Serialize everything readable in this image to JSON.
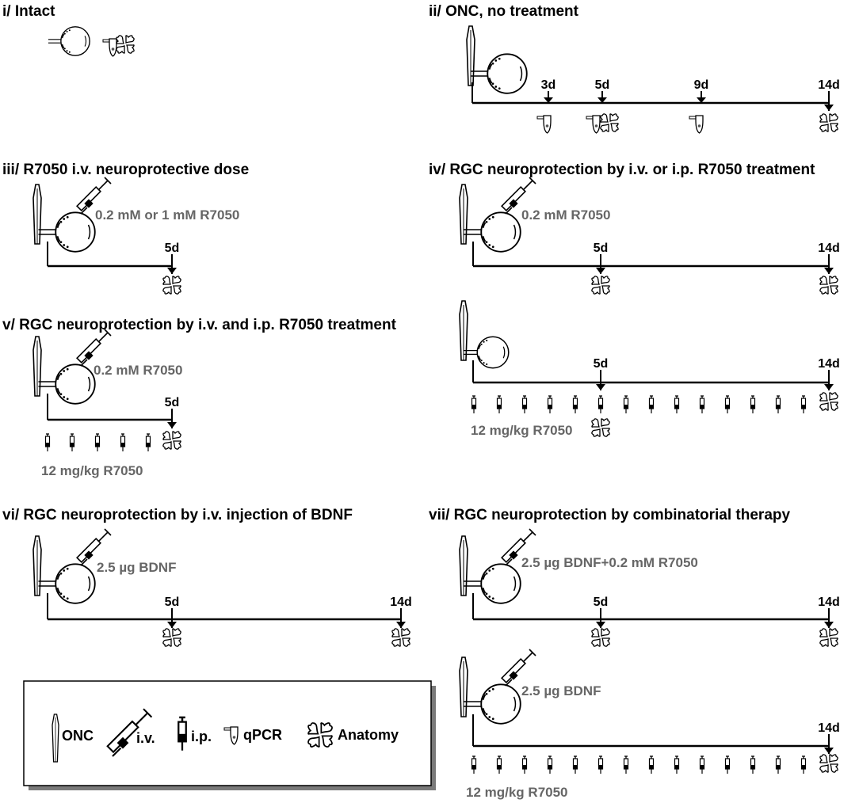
{
  "panels": [
    {
      "title": "i/ Intact"
    },
    {
      "title": "ii/ ONC, no treatment",
      "days": [
        "3d",
        "5d",
        "9d",
        "14d"
      ]
    },
    {
      "title": "iii/ R7050 i.v. neuroprotective dose",
      "dose": "0.2 mM  or 1 mM R7050",
      "days": [
        "5d"
      ]
    },
    {
      "title": "iv/ RGC neuroprotection by i.v. or i.p. R7050 treatment",
      "dose_iv": "0.2 mM R7050",
      "dose_ip": "12 mg/kg R7050",
      "days": [
        "5d",
        "14d"
      ]
    },
    {
      "title": "v/ RGC neuroprotection by i.v. and i.p. R7050 treatment",
      "dose_iv": "0.2 mM R7050",
      "dose_ip": "12 mg/kg R7050",
      "days": [
        "5d"
      ]
    },
    {
      "title": "vi/ RGC neuroprotection by i.v. injection of BDNF",
      "dose": "2.5 µg BDNF",
      "days": [
        "5d",
        "14d"
      ]
    },
    {
      "title": "vii/ RGC neuroprotection by combinatorial therapy",
      "dose_a": "2.5 µg BDNF+0.2 mM R7050",
      "dose_b": "2.5 µg BDNF",
      "dose_ip": "12 mg/kg R7050",
      "days": [
        "5d",
        "14d"
      ]
    }
  ],
  "legend": {
    "onc": "ONC",
    "iv": "i.v.",
    "ip": "i.p.",
    "qpcr": "qPCR",
    "anatomy": "Anatomy"
  },
  "icons": [
    "forceps-icon",
    "syringe-icon",
    "ip-syringe-icon",
    "tube-icon",
    "anatomy-icon",
    "eye-icon"
  ]
}
